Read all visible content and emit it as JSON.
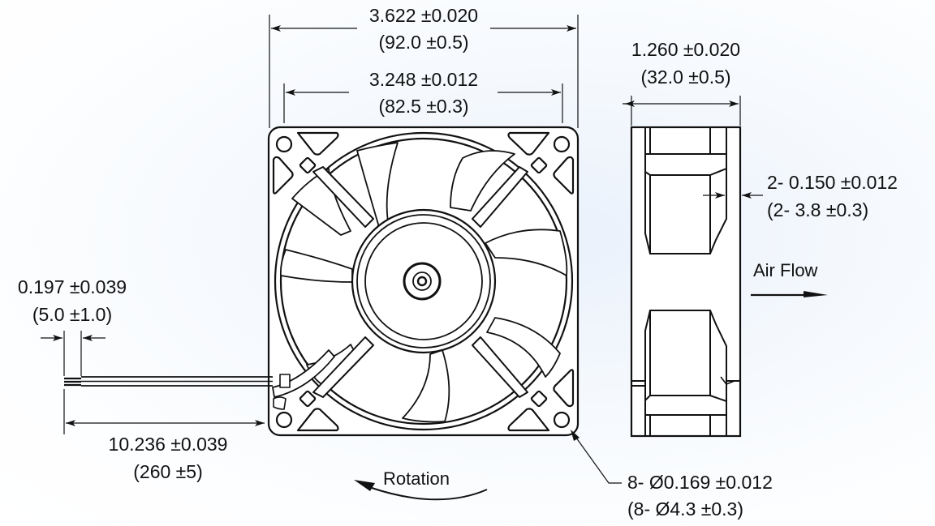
{
  "diagram": {
    "subject": "92mm cooling fan mechanical dimension drawing",
    "views": [
      "front-view",
      "side-view"
    ],
    "units_note": "inches primary, millimetres in parentheses"
  },
  "dimensions": {
    "overall_width": {
      "inch": "3.622 ±0.020",
      "mm": "(92.0 ±0.5)"
    },
    "hole_spacing": {
      "inch": "3.248 ±0.012",
      "mm": "(82.5 ±0.3)"
    },
    "depth": {
      "inch": "1.260 ±0.020",
      "mm": "(32.0 ±0.5)"
    },
    "flange_thickness": {
      "inch": "2- 0.150 ±0.012",
      "mm": "(2- 3.8 ±0.3)"
    },
    "lead_strip": {
      "inch": "0.197 ±0.039",
      "mm": "(5.0 ±1.0)"
    },
    "lead_length": {
      "inch": "10.236 ±0.039",
      "mm": "(260 ±5)"
    },
    "mount_holes": {
      "inch": "8- Ø0.169 ±0.012",
      "mm": "(8- Ø4.3 ±0.3)"
    }
  },
  "annotations": {
    "rotation": "Rotation",
    "air_flow": "Air Flow"
  },
  "colors": {
    "line": "#111111",
    "fill": "#ffffff",
    "background": "#eef4fc"
  }
}
